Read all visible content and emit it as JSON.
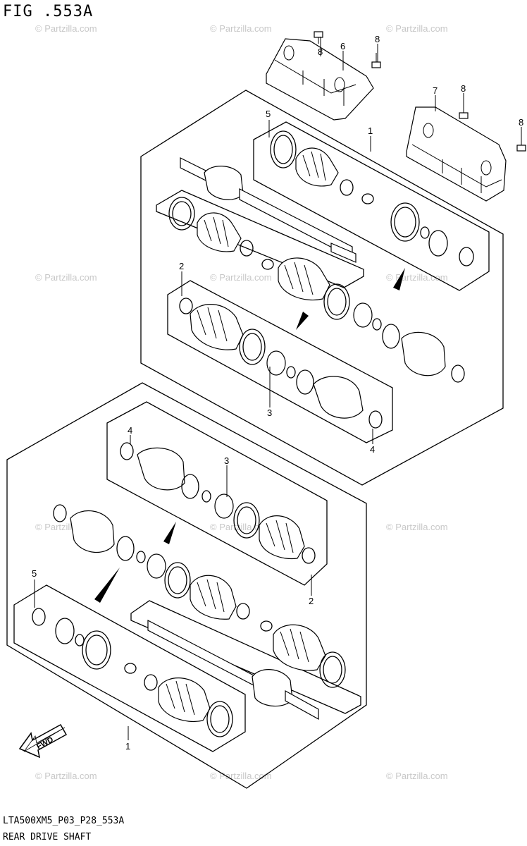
{
  "figure": {
    "title": "FIG .553A",
    "code": "LTA500XM5_P03_P28_553A",
    "caption": "REAR DRIVE SHAFT"
  },
  "callouts": {
    "c8a": "8",
    "c6": "6",
    "c8b": "8",
    "c7": "7",
    "c8c": "8",
    "c8d": "8",
    "c5a": "5",
    "c1a": "1",
    "c2a": "2",
    "c3a": "3",
    "c4a": "4",
    "c4b": "4",
    "c3b": "3",
    "c2b": "2",
    "c5b": "5",
    "c1b": "1"
  },
  "fwd_label": "FWD",
  "watermark": "© Partzilla.com",
  "icons": {
    "fwd": "fwd-arrow-icon",
    "direction": "direction-triangle-icon"
  }
}
